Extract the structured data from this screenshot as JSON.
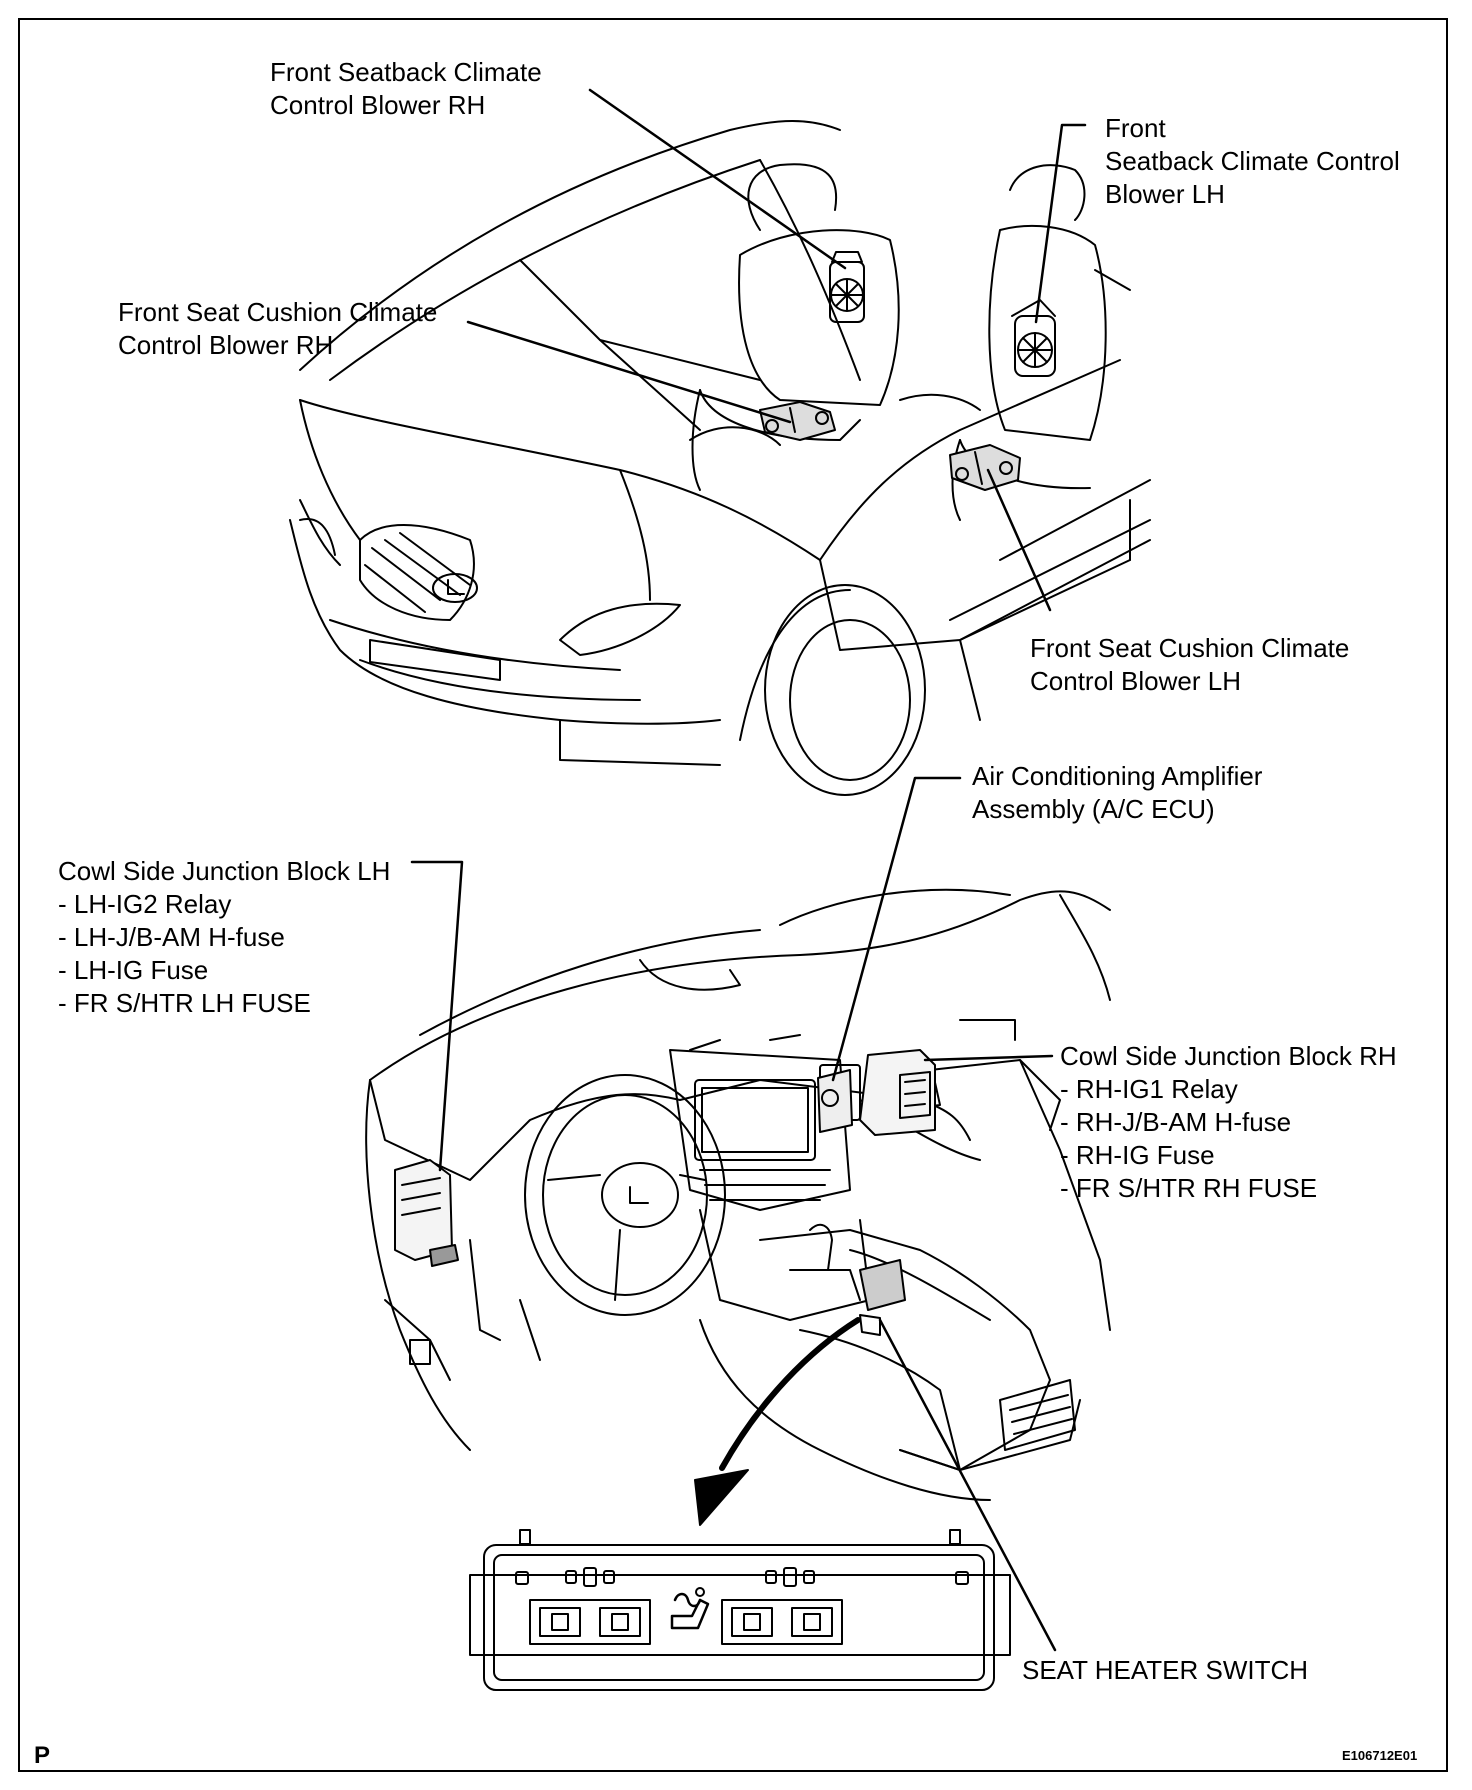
{
  "labels": {
    "seatback_rh": [
      "Front  Seatback Climate",
      "Control  Blower RH"
    ],
    "seatback_lh": [
      "Front",
      "Seatback Climate Control",
      "Blower LH"
    ],
    "cushion_rh": [
      "Front Seat Cushion Climate",
      "Control Blower RH"
    ],
    "cushion_lh": [
      "Front Seat Cushion Climate",
      "Control Blower LH"
    ],
    "ac_amp": [
      "Air Conditioning Amplifier",
      "Assembly (A/C ECU)"
    ],
    "cowl_lh": {
      "title": "Cowl Side Junction Block LH",
      "items": [
        "- LH-IG2 Relay",
        "- LH-J/B-AM H-fuse",
        "- LH-IG Fuse",
        "- FR S/HTR LH FUSE"
      ]
    },
    "cowl_rh": {
      "title": "Cowl Side Junction Block RH",
      "items": [
        "- RH-IG1 Relay",
        "- RH-J/B-AM H-fuse",
        "- RH-IG Fuse",
        "- FR S/HTR RH FUSE"
      ]
    },
    "seat_heater_switch": "SEAT HEATER SWITCH"
  },
  "corner_mark": "P",
  "figure_id": "E106712E01"
}
